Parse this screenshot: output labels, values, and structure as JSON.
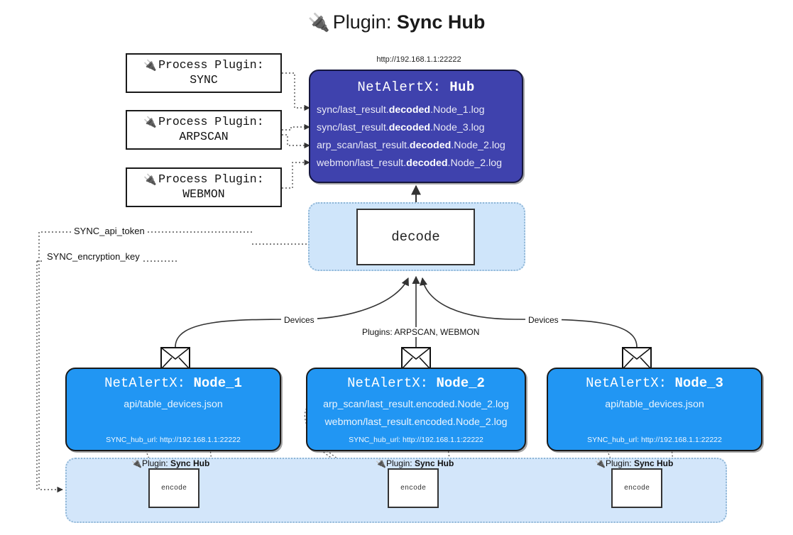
{
  "title": {
    "icon": "plug-icon",
    "prefix": "Plugin:",
    "name": "Sync Hub"
  },
  "hub": {
    "url": "http://192.168.1.1:22222",
    "title_prefix": "NetAlertX:",
    "title_name": "Hub",
    "logs": [
      {
        "pre": "sync/last_result.",
        "em": "decoded",
        "post": ".Node_1.log"
      },
      {
        "pre": "sync/last_result.",
        "em": "decoded",
        "post": ".Node_3.log"
      },
      {
        "pre": "arp_scan/last_result.",
        "em": "decoded",
        "post": ".Node_2.log"
      },
      {
        "pre": "webmon/last_result.",
        "em": "decoded",
        "post": ".Node_2.log"
      }
    ]
  },
  "process_plugins": [
    {
      "icon": "plug-icon",
      "label": "Process Plugin:",
      "name": "SYNC"
    },
    {
      "icon": "plug-icon",
      "label": "Process Plugin:",
      "name": "ARPSCAN"
    },
    {
      "icon": "plug-icon",
      "label": "Process Plugin:",
      "name": "WEBMON"
    }
  ],
  "decode": {
    "label": "decode"
  },
  "env": {
    "api_token": "SYNC_api_token",
    "encryption_key": "SYNC_encryption_key"
  },
  "edges": {
    "devices_left": "Devices",
    "devices_right": "Devices",
    "plugins_center": "Plugins: ARPSCAN, WEBMON"
  },
  "nodes": [
    {
      "title_prefix": "NetAlertX:",
      "title_name": "Node_1",
      "lines": [
        "api/table_devices.json"
      ],
      "hub_url_label": "SYNC_hub_url: http://192.168.1.1:22222",
      "icon": "envelope-icon"
    },
    {
      "title_prefix": "NetAlertX:",
      "title_name": "Node_2",
      "lines": [
        "arp_scan/last_result.encoded.Node_2.log",
        "webmon/last_result.encoded.Node_2.log"
      ],
      "hub_url_label": "SYNC_hub_url: http://192.168.1.1:22222",
      "icon": "envelope-icon"
    },
    {
      "title_prefix": "NetAlertX:",
      "title_name": "Node_3",
      "lines": [
        "api/table_devices.json"
      ],
      "hub_url_label": "SYNC_hub_url: http://192.168.1.1:22222",
      "icon": "envelope-icon"
    }
  ],
  "plugin_blocks": [
    {
      "icon": "plug-icon",
      "prefix": "Plugin:",
      "name": "Sync Hub",
      "box_label": "encode"
    },
    {
      "icon": "plug-icon",
      "prefix": "Plugin:",
      "name": "Sync Hub",
      "box_label": "encode"
    },
    {
      "icon": "plug-icon",
      "prefix": "Plugin:",
      "name": "Sync Hub",
      "box_label": "encode"
    }
  ],
  "colors": {
    "hub_fill": "#3f42ad",
    "node_fill": "#2196f3",
    "container_fill": "#d3e6fa",
    "decode_fill": "#cfe5fa"
  }
}
